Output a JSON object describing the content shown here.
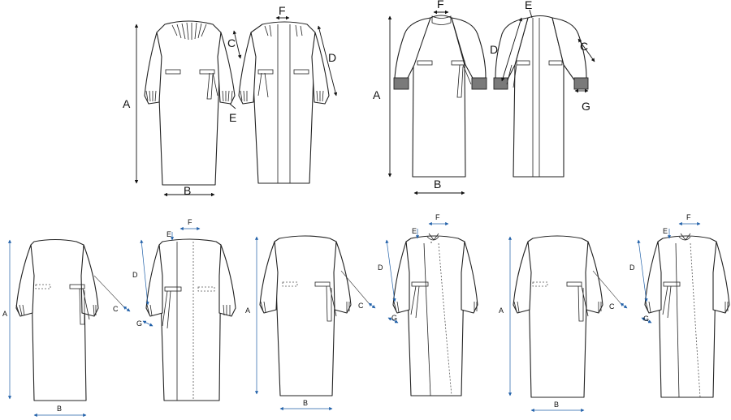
{
  "labels": {
    "a": "A",
    "b": "B",
    "c": "C",
    "d": "D",
    "e": "E",
    "f": "F",
    "g": "G"
  },
  "colors": {
    "line": "#222222",
    "dimension_black": "#111111",
    "dimension_blue": "#1f5fa8",
    "cuff_fill": "#7a7a7a"
  }
}
